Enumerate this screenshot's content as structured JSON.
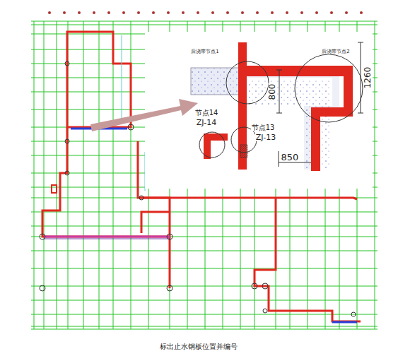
{
  "diagram": {
    "caption": "标出止水钢板位置并编号",
    "labels": [
      "后浇带节点1",
      "后浇带节点2",
      "800",
      "1260",
      "节点14",
      "ZJ-14",
      "节点13",
      "ZJ-13",
      "850"
    ]
  }
}
